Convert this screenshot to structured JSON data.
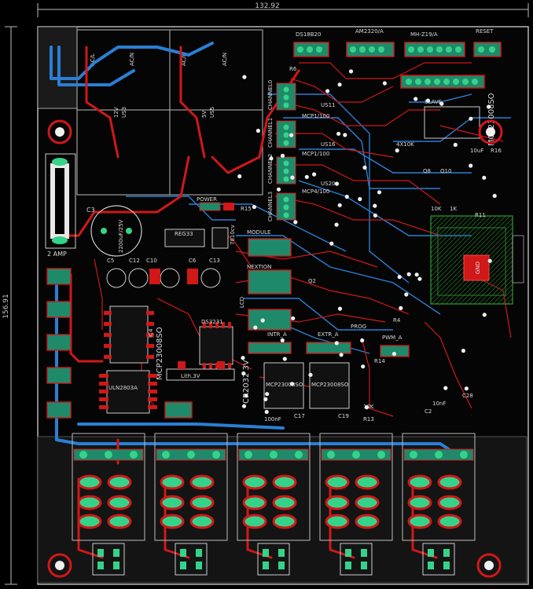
{
  "dimensions": {
    "width": "132.92",
    "height": "156.91"
  },
  "headers": {
    "ds18b20": "DS18B20",
    "am2320": "AM2320/A",
    "mhz19": "MH-Z19/A",
    "reset": "RESET"
  },
  "channels": [
    "CHANNEL0",
    "CHANNEL1",
    "CHANNEL2",
    "CHANNEL3"
  ],
  "mcp_labels": [
    "MCP1/100",
    "MCP1/100",
    "MCP4/100"
  ],
  "us_labels": [
    "US11",
    "US16",
    "US20"
  ],
  "relay_modules": {
    "left_voltage": "12V",
    "left_ref": "US3",
    "right_voltage": "5V",
    "right_ref": "US5",
    "ac_l": "AC/L",
    "ac_n": "AC/N"
  },
  "components": {
    "fuse": "2 AMP",
    "c3": "C3",
    "c3_value": "2200uF/25V",
    "power": "POWER",
    "r15": "R15",
    "reg33": "REG33",
    "reg_7810": "7810cv",
    "module": "MODULE",
    "nextion": "NEXTION",
    "lcd": "LCD",
    "c5": "C5",
    "c12": "C12",
    "c10": "C10",
    "c6": "C6",
    "c13": "C13",
    "ic4_chip": "MCP23008SO",
    "ic4": "IC4",
    "ds3231": "DS3231",
    "lith": "Lith.3V",
    "cr2032": "CR2032 3V",
    "uln": "ULN2803A",
    "intr": "INTR_A",
    "extr": "EXTR_A",
    "pwm": "PWM_A",
    "prog": "PROG",
    "gnd": "GND",
    "slave": "SLAVE",
    "mcp_right": "MCP23008SO",
    "mcp_small_1": "MCP23008SO",
    "mcp_small_2": "MCP23008SO",
    "r6": "R6",
    "r4": "R4",
    "r13": "R13",
    "r14": "R14",
    "r16": "R16",
    "c2": "C2",
    "c17": "C17",
    "c19": "C19",
    "c28": "C28",
    "k10": "10K",
    "k1": "1K",
    "k10_2": "10K",
    "r11": "R11",
    "nf100": "100nF",
    "nf10": "10nF",
    "q2": "Q2",
    "q8": "Q8",
    "q10": "Q10",
    "r4x10k": "4X10K",
    "uf10": "10uF"
  },
  "bottom_relays": {
    "count": 5
  }
}
